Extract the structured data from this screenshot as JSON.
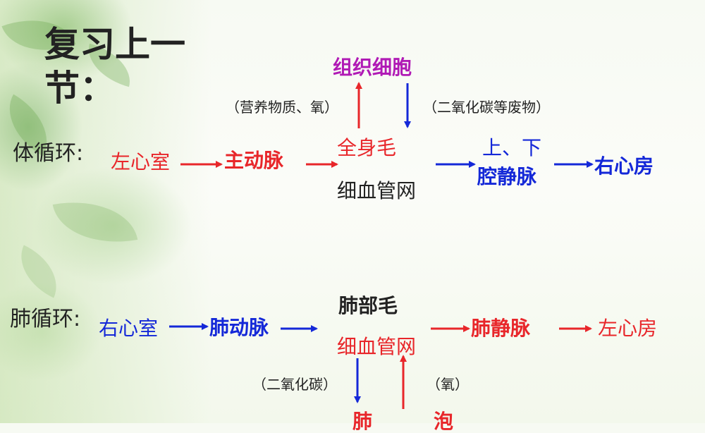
{
  "slide": {
    "title_line1": "复习上一",
    "title_line2": "节：",
    "systemic": {
      "label": "体循环:",
      "left_ventricle": "左心室",
      "aorta": "主动脉",
      "capillary_line1": "全身毛",
      "capillary_line2": "细血管网",
      "tissue_cells": "组织细胞",
      "note_in": "（营养物质、氧）",
      "note_out": "（二氧化碳等废物）",
      "vena_cava_line1": "上、下",
      "vena_cava_line2": "腔静脉",
      "right_atrium": "右心房"
    },
    "pulmonary": {
      "label": "肺循环:",
      "right_ventricle": "右心室",
      "pulmonary_artery": "肺动脉",
      "capillary_line1": "肺部毛",
      "capillary_line2": "细血管网",
      "pulmonary_vein": "肺静脉",
      "left_atrium": "左心房",
      "note_out": "（二氧化碳）",
      "note_in": "（氧）",
      "alveoli_part1": "肺",
      "alveoli_part2": "泡"
    }
  },
  "colors": {
    "arterial": "#e8262a",
    "venous": "#1428d8",
    "tissue": "#b01ab5",
    "text": "#222222"
  }
}
